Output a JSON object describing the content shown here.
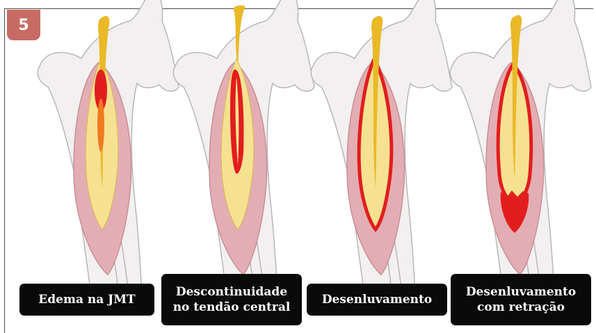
{
  "figure": {
    "number": "5",
    "captions": [
      "Edema na JMT",
      "Descontinuidade\nno tendão central",
      "Desenluvamento",
      "Desenluvamento\ncom retração"
    ]
  },
  "colors": {
    "badge": "#c86a64",
    "bone_fill": "#f2f0f0",
    "bone_stroke": "#b9b6b6",
    "muscle_outer": "#e2aeb3",
    "muscle_outer_stroke": "#c98e95",
    "muscle_inner": "#f6e192",
    "tendon": "#e9b928",
    "lesion_red": "#e21d1d",
    "lesion_orange": "#ef7a22",
    "caption_bg": "#0a0a0a",
    "caption_text": "#ffffff"
  }
}
